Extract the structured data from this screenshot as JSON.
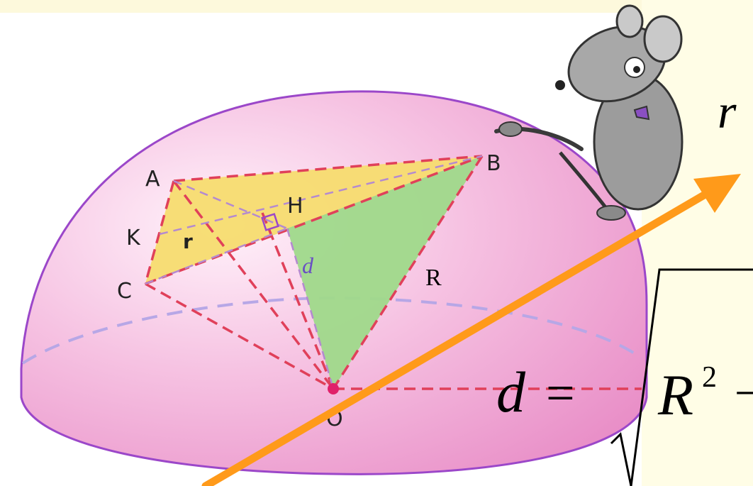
{
  "labels": {
    "A": "A",
    "B": "B",
    "C": "C",
    "H": "H",
    "K": "K",
    "O": "O",
    "r": "r",
    "d": "d",
    "R": "R"
  },
  "formula": {
    "lhs": "d",
    "equals": "=",
    "R": "R",
    "exponent": "2",
    "minus": "−"
  },
  "top_right_label": "r",
  "colors": {
    "top_band": "#fdf9dc",
    "right_band": "#fffde6",
    "hemisphere_fill": "#f3a8d6",
    "hemisphere_outline": "#9b47c9",
    "yellow_triangle": "#f7dc6f",
    "green_triangle": "#9fd98a",
    "dashed_red": "#e0405a",
    "dashed_purple": "#9b8fd6",
    "arrow": "#ff9a1a",
    "point_O": "#e0206a"
  },
  "icons": {
    "mascot": "mouse-character-icon"
  }
}
